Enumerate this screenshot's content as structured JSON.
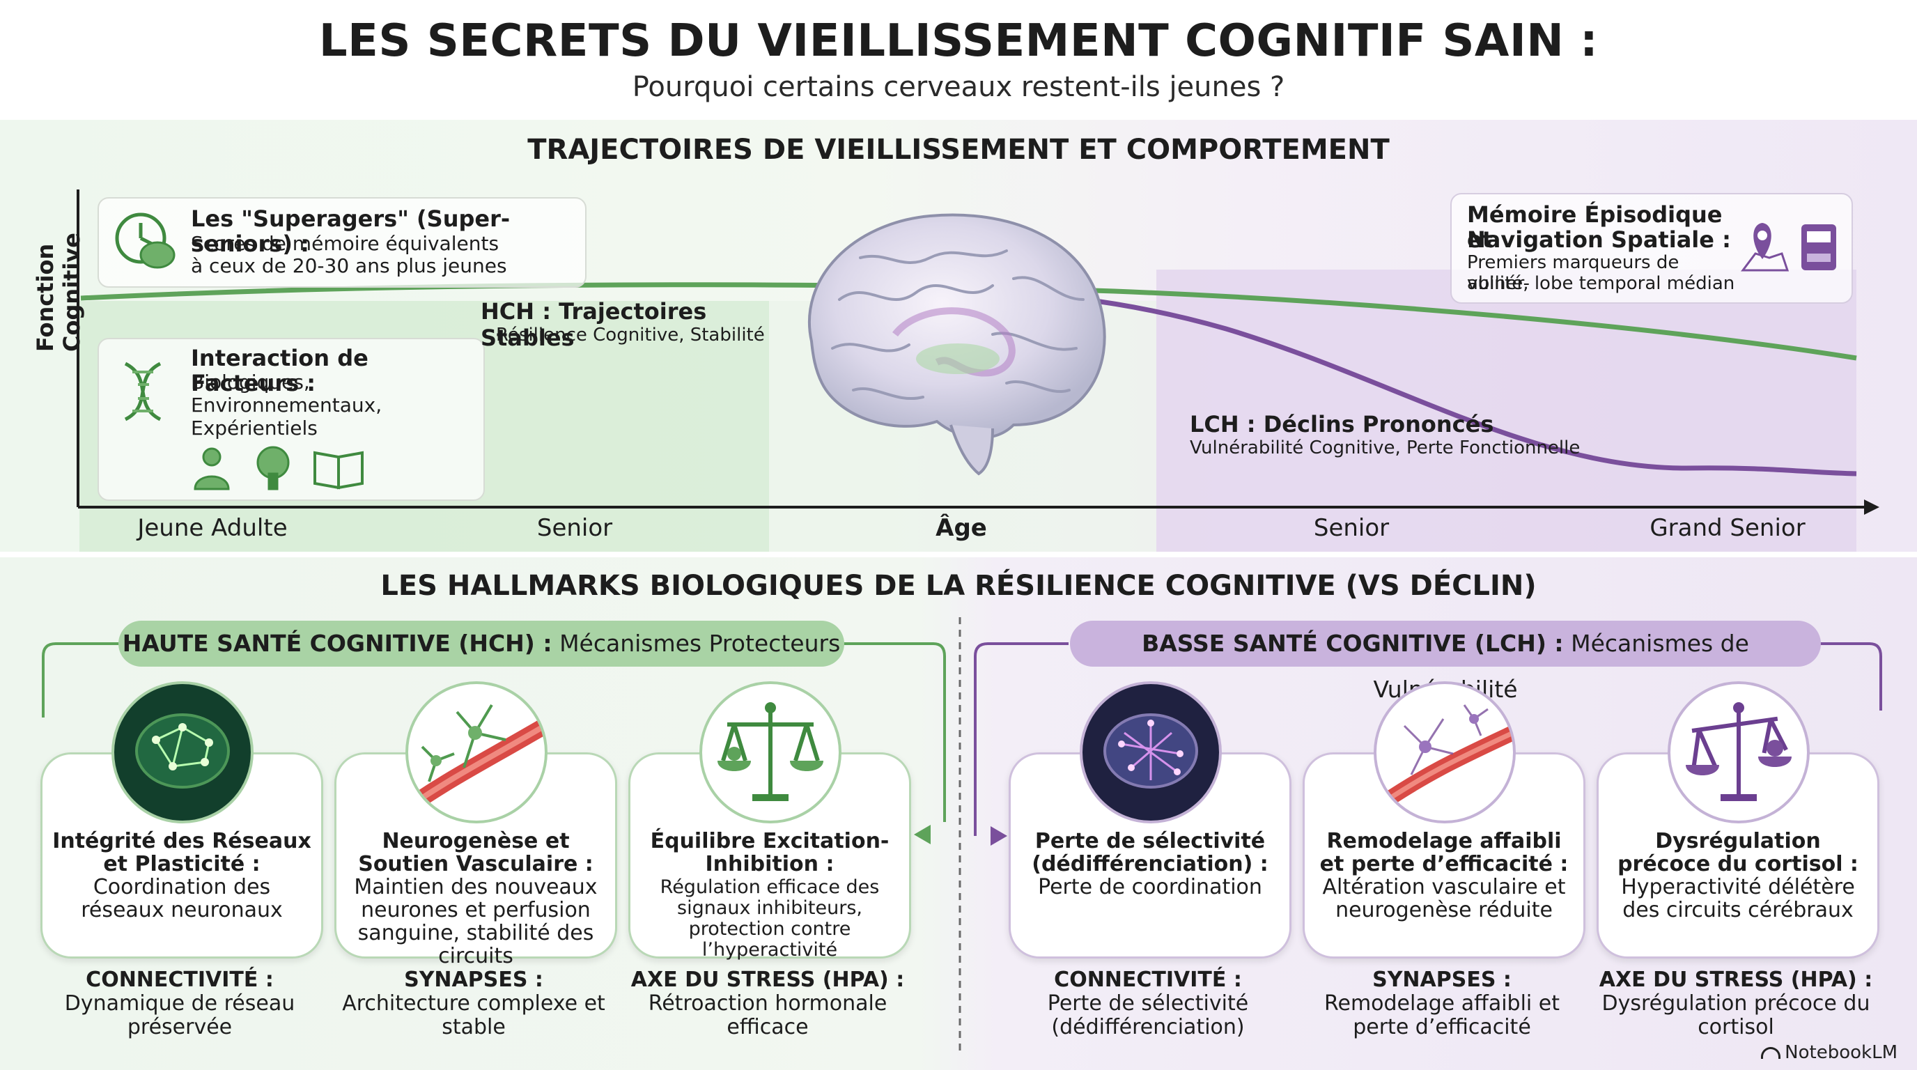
{
  "header": {
    "title": "LES SECRETS DU VIEILLISSEMENT COGNITIF SAIN :",
    "subtitle": "Pourquoi certains cerveaux restent-ils jeunes ?"
  },
  "section1": {
    "title": "TRAJECTOIRES DE VIEILLISSEMENT ET COMPORTEMENT",
    "y_axis_label": "Fonction Cognitive",
    "x_axis_labels": [
      "Jeune Adulte",
      "Senior",
      "Âge",
      "Senior",
      "Grand Senior"
    ],
    "superagers": {
      "title": "Les \"Superagers\" (Super-seniors) :",
      "line1": "Scores de mémoire équivalents",
      "line2": "à ceux de 20-30 ans plus jeunes"
    },
    "factors": {
      "title": "Interaction de Facteurs :",
      "line1": "Biologiques,",
      "line2": "Environnementaux,",
      "line3": "Expérientiels"
    },
    "hch": {
      "title": "HCH : Trajectoires Stables",
      "sub": "Résilience Cognitive, Stabilité"
    },
    "lch": {
      "title": "LCH : Déclins Prononcés",
      "sub": "Vulnérabilité Cognitive, Perte Fonctionnelle"
    },
    "episodic": {
      "title1": "Mémoire Épisodique et",
      "title2": "Navigation Spatiale :",
      "line1": "Premiers marqueurs de vulnér-",
      "line2": "abilité, lobe temporal médian"
    }
  },
  "section2": {
    "title": "LES HALLMARKS BIOLOGIQUES DE LA RÉSILIENCE COGNITIVE (VS DÉCLIN)",
    "hch_pill": {
      "bold": "HAUTE SANTÉ COGNITIVE (HCH) :",
      "rest": " Mécanismes Protecteurs"
    },
    "lch_pill": {
      "bold": "BASSE SANTÉ COGNITIVE (LCH) :",
      "rest": " Mécanismes de Vulnérabilité"
    },
    "cards": [
      {
        "title": "Intégrité des Réseaux et Plasticité :",
        "text": "Coordination des réseaux neuronaux"
      },
      {
        "title": "Neurogenèse et Soutien Vasculaire :",
        "text": "Maintien des nouveaux neurones et perfusion sanguine, stabilité des circuits"
      },
      {
        "title": "Équilibre Excitation-Inhibition :",
        "text": "Régulation efficace des signaux inhibiteurs, protection contre l’hyperactivité"
      },
      {
        "title": "Perte de sélectivité (dédifférenciation) :",
        "text": "Perte de coordination"
      },
      {
        "title": "Remodelage affaibli et perte d’efficacité :",
        "text": "Altération vasculaire et neurogenèse réduite"
      },
      {
        "title": "Dysrégulation précoce du cortisol :",
        "text": "Hyperactivité délétère des circuits cérébraux"
      }
    ],
    "labels": [
      {
        "head": "CONNECTIVITÉ :",
        "text": "Dynamique de réseau préservée"
      },
      {
        "head": "SYNAPSES :",
        "text": "Architecture complexe et stable"
      },
      {
        "head": "AXE DU STRESS (HPA) :",
        "text": "Rétroaction hormonale efficace"
      },
      {
        "head": "CONNECTIVITÉ :",
        "text": "Perte de sélectivité (dédifférenciation)"
      },
      {
        "head": "SYNAPSES :",
        "text": "Remodelage affaibli et perte d’efficacité"
      },
      {
        "head": "AXE DU STRESS (HPA) :",
        "text": "Dysrégulation précoce du cortisol"
      }
    ]
  },
  "footer": {
    "logo": "NotebookLM"
  },
  "colors": {
    "green": "#5ea35a",
    "purple": "#7a4f9c",
    "hch_pill": "#a9d3a5",
    "lch_pill": "#c9b3dd"
  },
  "icons": [
    "clock-brain-icon",
    "dna-icon",
    "person-icon",
    "tree-icon",
    "book-icon",
    "map-pin-icon",
    "memory-card-icon",
    "brain-network-icon",
    "neuron-vessel-icon",
    "balance-scale-icon"
  ]
}
